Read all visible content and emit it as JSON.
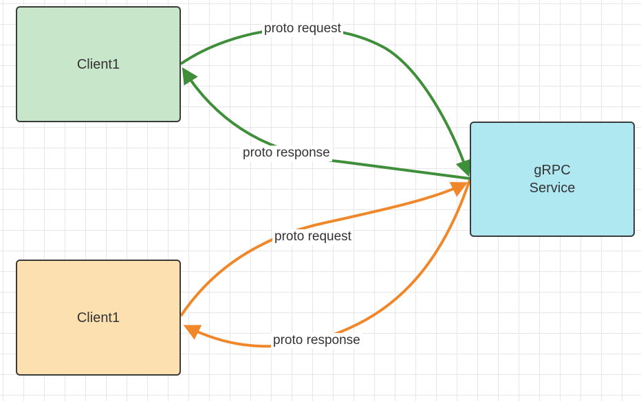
{
  "nodes": {
    "client_top": {
      "label": "Client1",
      "fill": "#c8e6c9"
    },
    "client_bottom": {
      "label": "Client1",
      "fill": "#fde0b0"
    },
    "service": {
      "label": "gRPC\nService",
      "fill": "#b0e8f2"
    }
  },
  "edges": {
    "top_request": {
      "label": "proto request",
      "color": "#3f8f3a"
    },
    "top_response": {
      "label": "proto response",
      "color": "#3f8f3a"
    },
    "bottom_request": {
      "label": "proto request",
      "color": "#f0872a"
    },
    "bottom_response": {
      "label": "proto response",
      "color": "#f0872a"
    }
  }
}
